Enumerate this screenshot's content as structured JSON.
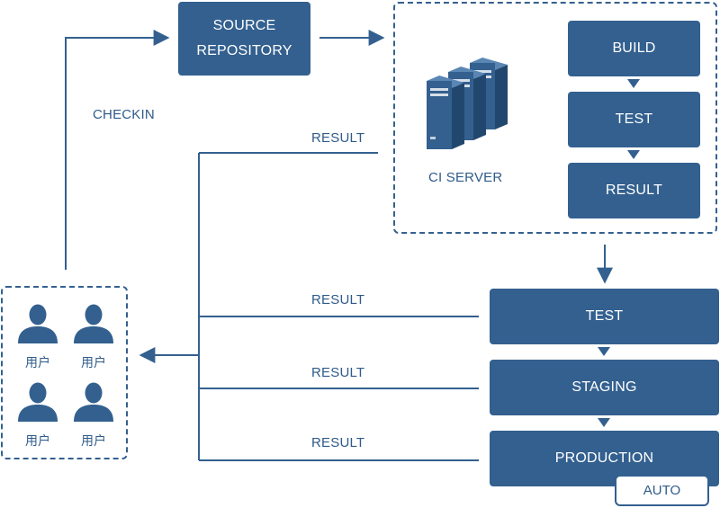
{
  "source_repo": {
    "line1": "SOURCE",
    "line2": "REPOSITORY"
  },
  "checkin_label": "CHECKIN",
  "ci_server": {
    "label": "CI SERVER",
    "steps": [
      "BUILD",
      "TEST",
      "RESULT"
    ]
  },
  "pipeline": {
    "stages": [
      "TEST",
      "STAGING",
      "PRODUCTION"
    ],
    "auto_badge": "AUTO"
  },
  "result_labels": [
    "RESULT",
    "RESULT",
    "RESULT",
    "RESULT"
  ],
  "users": [
    "用户",
    "用户",
    "用户",
    "用户"
  ],
  "colors": {
    "primary": "#33608f",
    "text": "#2f5b8a",
    "background": "#ffffff"
  }
}
